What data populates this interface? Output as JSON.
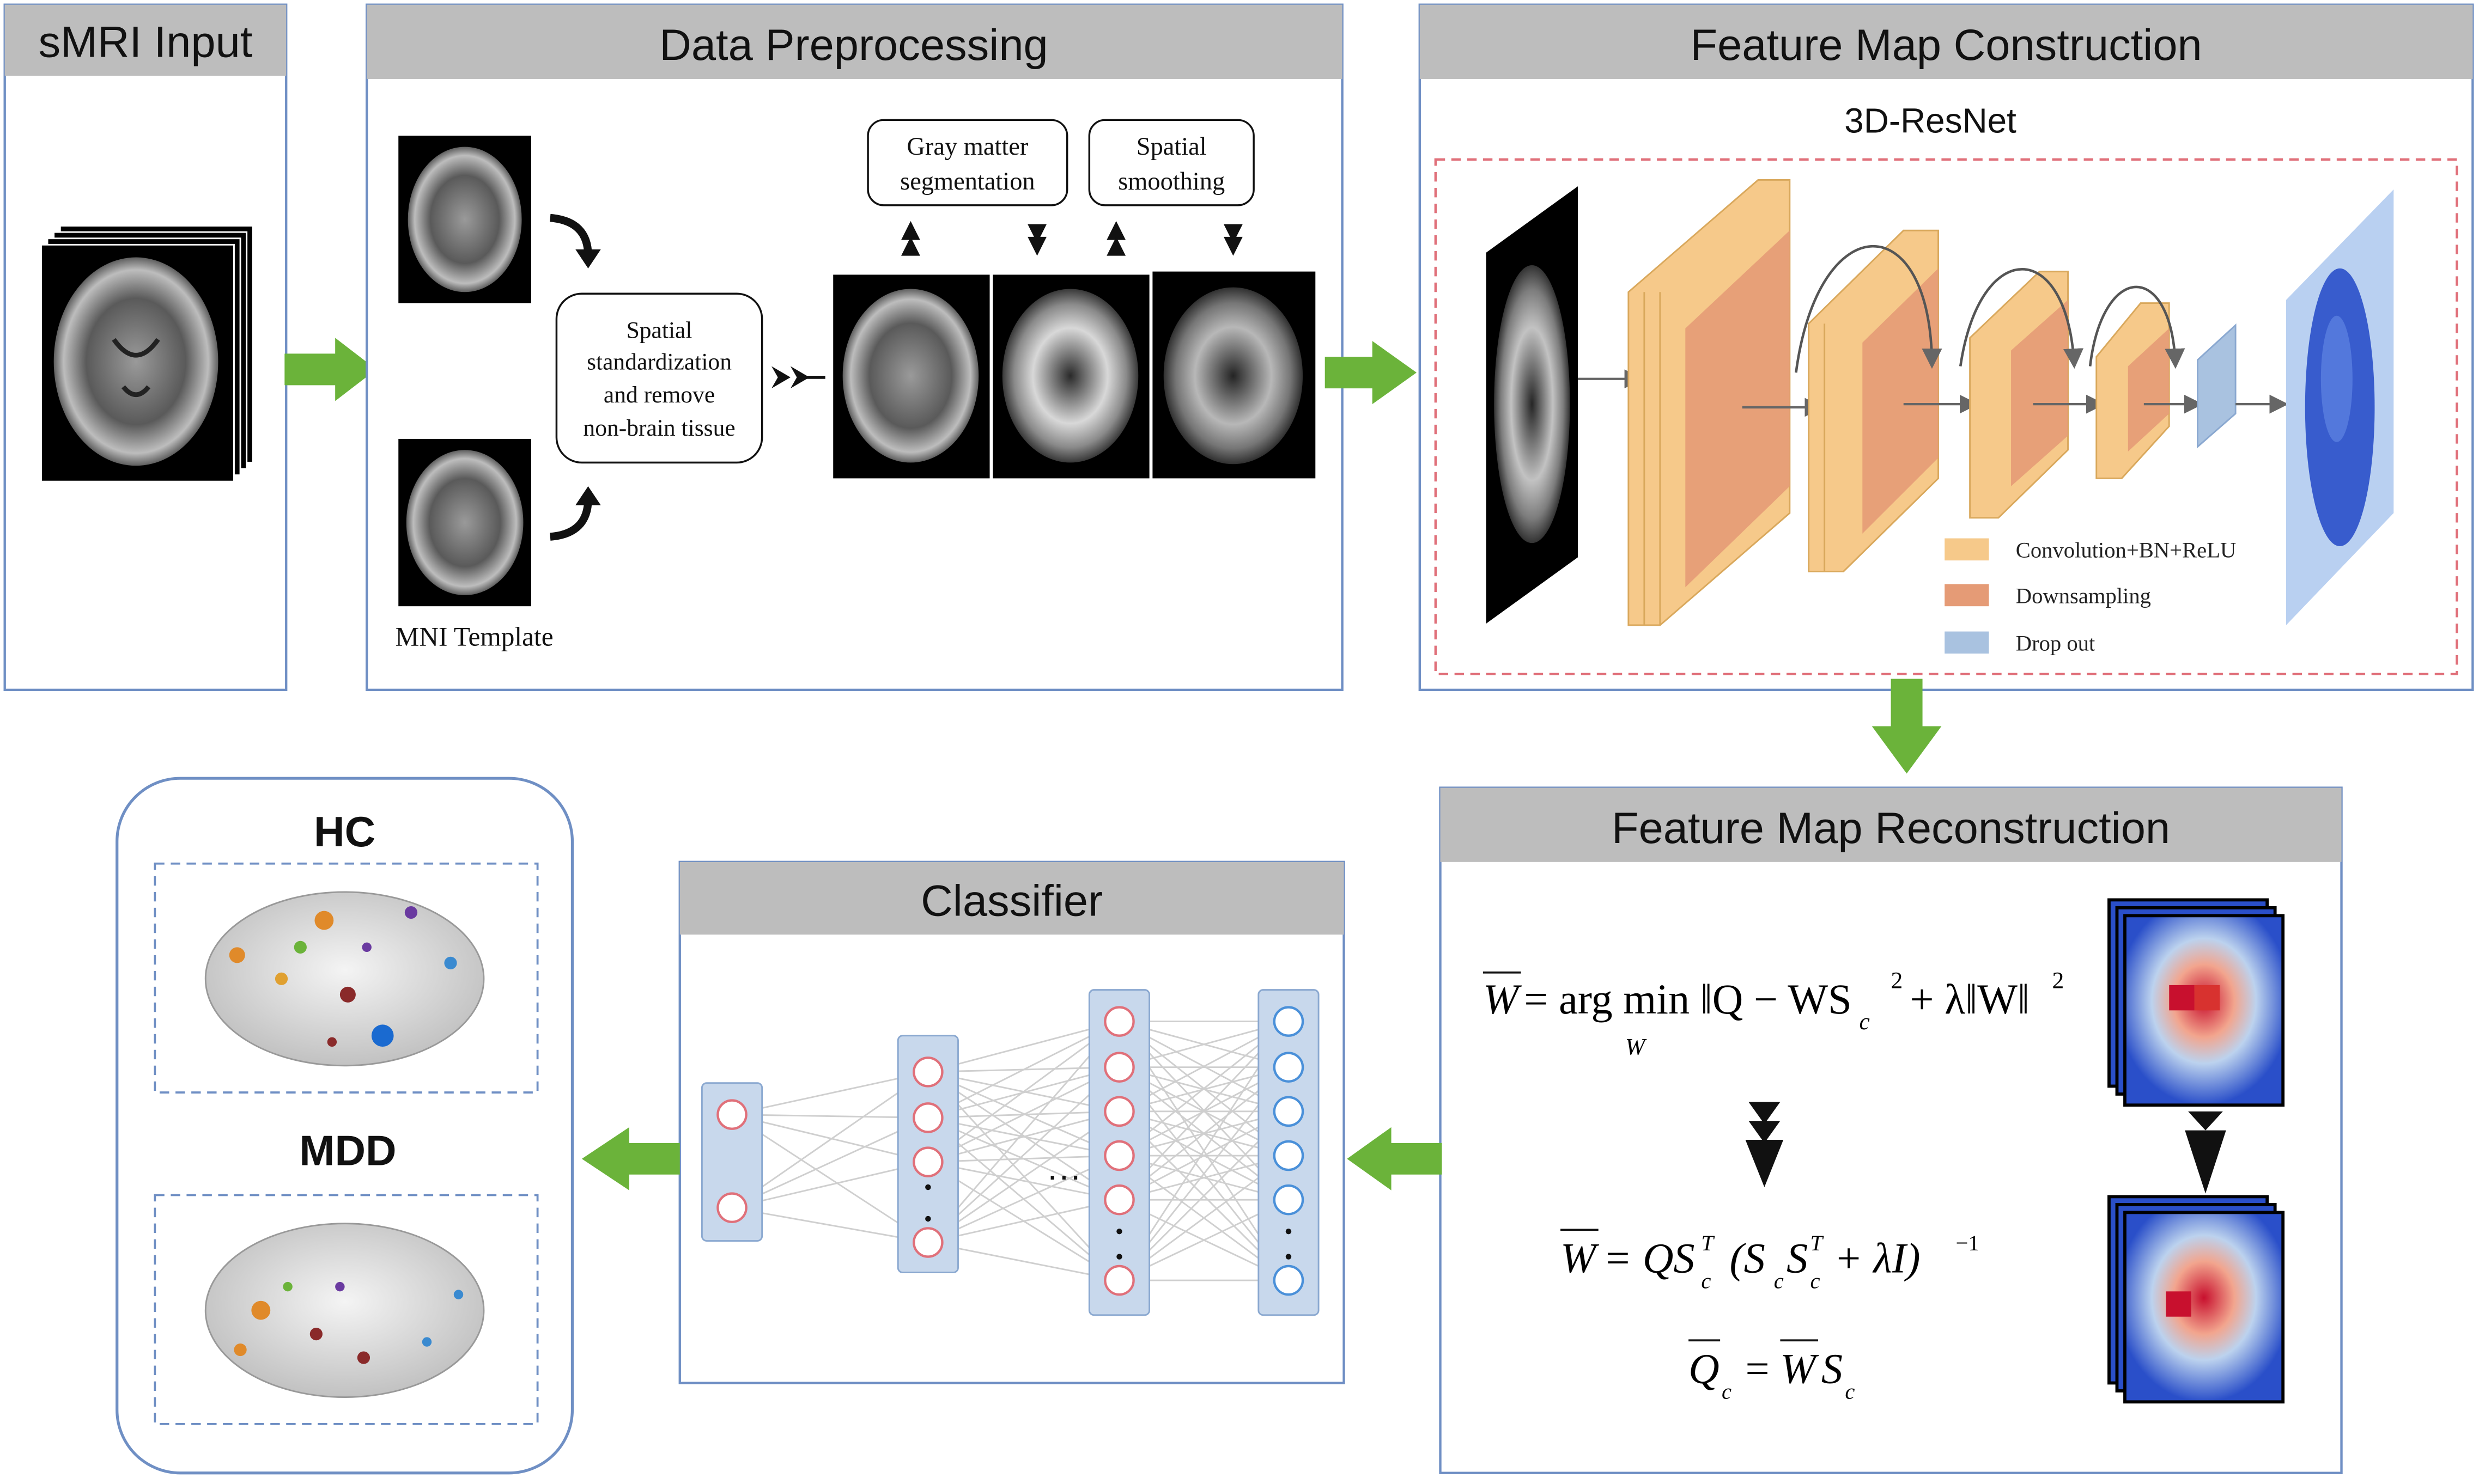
{
  "panels": {
    "input": {
      "title": "sMRI Input"
    },
    "preprocessing": {
      "title": "Data Preprocessing",
      "template_label": "MNI Template",
      "step_standardization": [
        "Spatial",
        "standardization",
        "and remove",
        "non-brain tissue"
      ],
      "step_segmentation": [
        "Gray matter",
        "segmentation"
      ],
      "step_smoothing": [
        "Spatial",
        "smoothing"
      ]
    },
    "construction": {
      "title": "Feature Map Construction",
      "network": "3D-ResNet",
      "legend": [
        "Convolution+BN+ReLU",
        "Downsampling",
        "Drop out"
      ]
    },
    "reconstruction": {
      "title": "Feature Map Reconstruction",
      "eq1_lhs": "W",
      "eq1_body": "= arg min ‖Q − WS",
      "eq1_sub_c": "c",
      "eq1_sq": "2",
      "eq1_reg": "+ λ‖W‖",
      "eq1_sq2": "2",
      "eq1_under": "W",
      "eq2_lhs": "W",
      "eq2_body": "= QS",
      "eq2_sup_t": "T",
      "eq2_sub_c": "c",
      "eq2_mid": "(S",
      "eq2_sub_c2": "c",
      "eq2_s2": "S",
      "eq2_sup_t2": "T",
      "eq2_sub_c3": "c",
      "eq2_tail": "+ λI)",
      "eq2_inv": "−1",
      "eq3_lhs": "Q",
      "eq3_sub": "c",
      "eq3_body": "= ",
      "eq3_w": "W",
      "eq3_s": "S",
      "eq3_sub2": "c"
    },
    "classifier": {
      "title": "Classifier",
      "ellipsis": "···"
    },
    "output": {
      "hc_label": "HC",
      "mdd_label": "MDD"
    }
  },
  "colors": {
    "header_bg": "#bdbdbd",
    "panel_border": "#6f8fc4",
    "flow_arrow": "#6bb33a",
    "conv": "#f6c98a",
    "downsampling": "#e59b76",
    "dropout": "#a9c2e0",
    "red_dashed": "#e0707a"
  }
}
